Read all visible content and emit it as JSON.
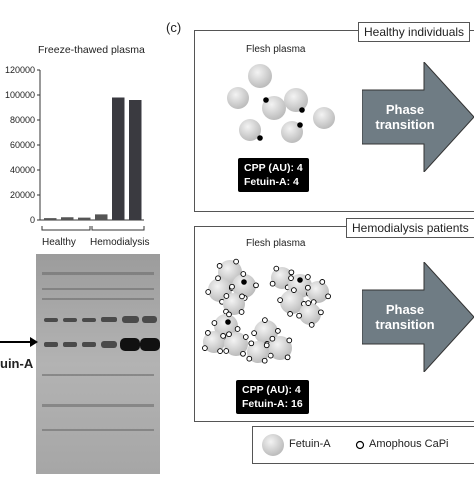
{
  "left": {
    "chart_title": "Freeze-thawed plasma",
    "group_healthy": "Healthy",
    "group_hemodialysis": "Hemodialysis",
    "blot_label": "Fetuin-A",
    "blot_label_visible": "uin-A"
  },
  "chart_data": {
    "type": "bar",
    "title": "Freeze-thawed plasma",
    "yticks": [
      "120000",
      "100000",
      "80000",
      "60000",
      "40000",
      "20000",
      "0"
    ],
    "ylim": [
      0,
      120000
    ],
    "groups": [
      "Healthy",
      "Hemodialysis"
    ],
    "values": [
      1500,
      2200,
      1900,
      4500,
      98000,
      96000
    ]
  },
  "panel_c": {
    "letter": "(c)",
    "healthy": {
      "tag": "Healthy individuals",
      "plasma_label": "Flesh plasma",
      "arrow_line1": "Phase",
      "arrow_line2": "transition",
      "cpp_line": "CPP (AU): 4",
      "fetuin_line": "Fetuin-A: 4"
    },
    "hemodialysis": {
      "tag": "Hemodialysis patients",
      "plasma_label": "Flesh plasma",
      "arrow_line1": "Phase",
      "arrow_line2": "transition",
      "cpp_line": "CPP (AU): 4",
      "fetuin_line": "Fetuin-A: 16"
    },
    "legend": {
      "fetuin": "Fetuin-A",
      "capi": "Amophous CaPi"
    }
  },
  "colors": {
    "bar_light": "#555555",
    "bar_dark": "#3a3a40",
    "sphere": "#d9d9d9",
    "arrow": "#6f7c84"
  }
}
